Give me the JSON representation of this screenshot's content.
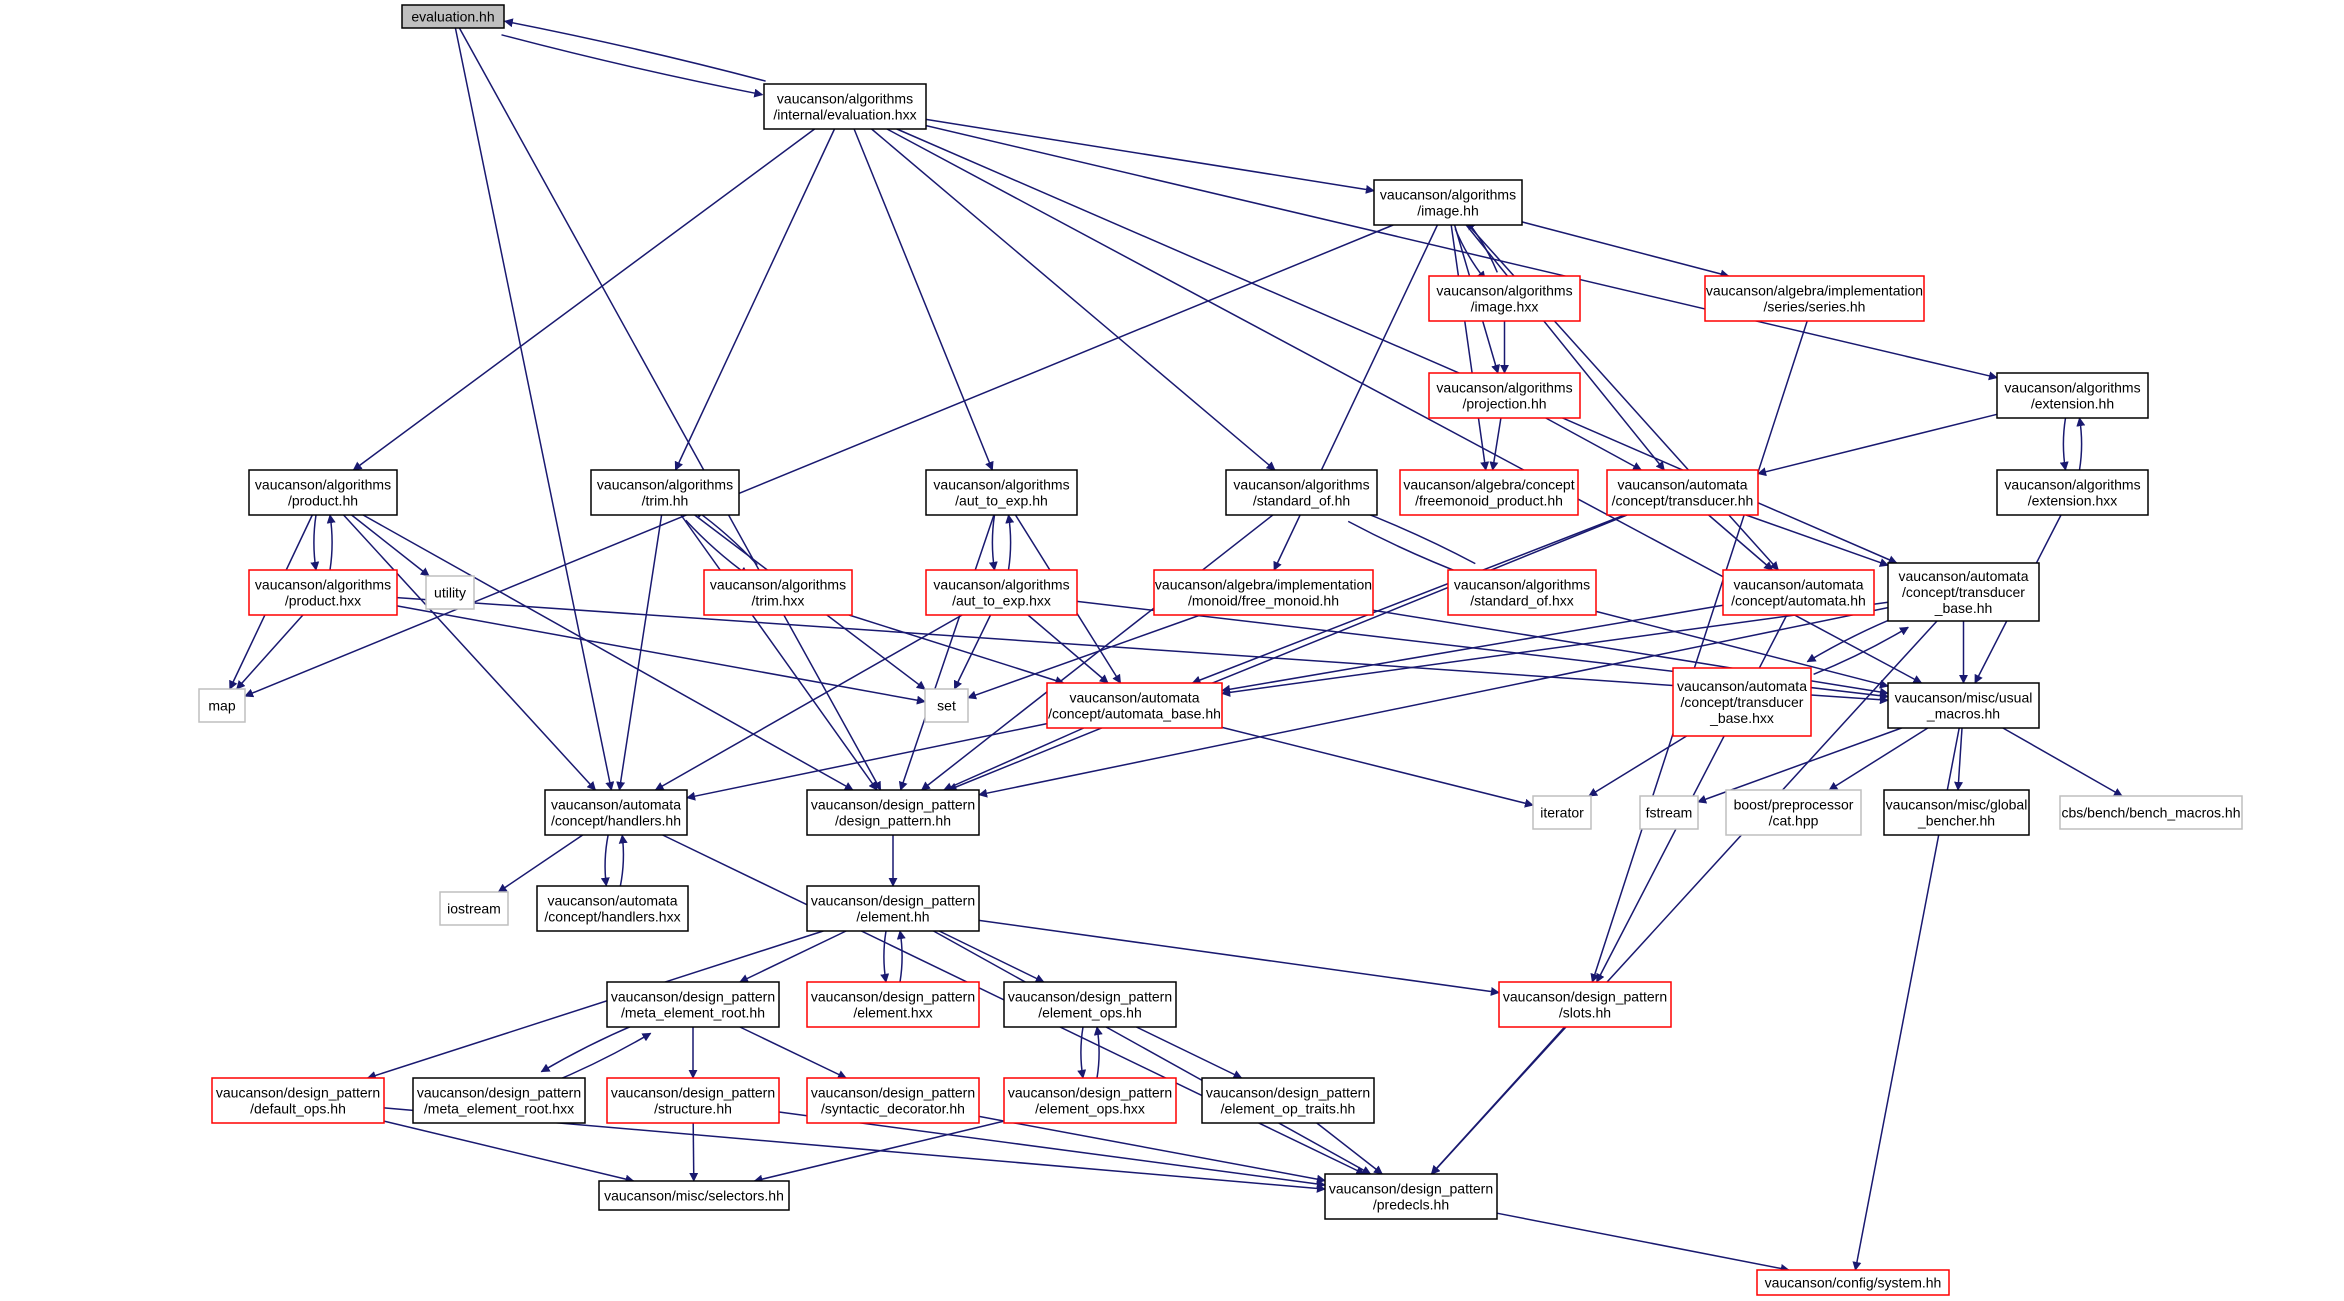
{
  "colors": {
    "edge": "#191970",
    "border_black": "#000000",
    "border_red": "#ff0000",
    "border_gray": "#bfbfbf",
    "fill_gray": "#bfbfbf",
    "fill_white": "#ffffff",
    "text_gray": "#404040"
  },
  "nodes": [
    {
      "id": "evaluation_hh",
      "lines": [
        "evaluation.hh"
      ],
      "style": "gray"
    },
    {
      "id": "evaluation_hxx",
      "lines": [
        "vaucanson/algorithms",
        "/internal/evaluation.hxx"
      ],
      "style": "black"
    },
    {
      "id": "image_hh",
      "lines": [
        "vaucanson/algorithms",
        "/image.hh"
      ],
      "style": "black"
    },
    {
      "id": "image_hxx",
      "lines": [
        "vaucanson/algorithms",
        "/image.hxx"
      ],
      "style": "red"
    },
    {
      "id": "series_hh",
      "lines": [
        "vaucanson/algebra/implementation",
        "/series/series.hh"
      ],
      "style": "red"
    },
    {
      "id": "projection_hh",
      "lines": [
        "vaucanson/algorithms",
        "/projection.hh"
      ],
      "style": "red"
    },
    {
      "id": "extension_hh",
      "lines": [
        "vaucanson/algorithms",
        "/extension.hh"
      ],
      "style": "black"
    },
    {
      "id": "product_hh",
      "lines": [
        "vaucanson/algorithms",
        "/product.hh"
      ],
      "style": "black"
    },
    {
      "id": "trim_hh",
      "lines": [
        "vaucanson/algorithms",
        "/trim.hh"
      ],
      "style": "black"
    },
    {
      "id": "aut_to_exp_hh",
      "lines": [
        "vaucanson/algorithms",
        "/aut_to_exp.hh"
      ],
      "style": "black"
    },
    {
      "id": "standard_of_hh",
      "lines": [
        "vaucanson/algorithms",
        "/standard_of.hh"
      ],
      "style": "black"
    },
    {
      "id": "freemonoid_product_hh",
      "lines": [
        "vaucanson/algebra/concept",
        "/freemonoid_product.hh"
      ],
      "style": "red"
    },
    {
      "id": "transducer_hh",
      "lines": [
        "vaucanson/automata",
        "/concept/transducer.hh"
      ],
      "style": "red"
    },
    {
      "id": "extension_hxx",
      "lines": [
        "vaucanson/algorithms",
        "/extension.hxx"
      ],
      "style": "black"
    },
    {
      "id": "product_hxx",
      "lines": [
        "vaucanson/algorithms",
        "/product.hxx"
      ],
      "style": "red"
    },
    {
      "id": "utility",
      "lines": [
        "utility"
      ],
      "style": "plain"
    },
    {
      "id": "trim_hxx",
      "lines": [
        "vaucanson/algorithms",
        "/trim.hxx"
      ],
      "style": "red"
    },
    {
      "id": "aut_to_exp_hxx",
      "lines": [
        "vaucanson/algorithms",
        "/aut_to_exp.hxx"
      ],
      "style": "red"
    },
    {
      "id": "free_monoid_hh",
      "lines": [
        "vaucanson/algebra/implementation",
        "/monoid/free_monoid.hh"
      ],
      "style": "red"
    },
    {
      "id": "standard_of_hxx",
      "lines": [
        "vaucanson/algorithms",
        "/standard_of.hxx"
      ],
      "style": "red"
    },
    {
      "id": "automata_hh",
      "lines": [
        "vaucanson/automata",
        "/concept/automata.hh"
      ],
      "style": "red"
    },
    {
      "id": "transducer_base_hh",
      "lines": [
        "vaucanson/automata",
        "/concept/transducer",
        "_base.hh"
      ],
      "style": "black"
    },
    {
      "id": "map",
      "lines": [
        "map"
      ],
      "style": "plain"
    },
    {
      "id": "set",
      "lines": [
        "set"
      ],
      "style": "plain"
    },
    {
      "id": "automata_base_hh",
      "lines": [
        "vaucanson/automata",
        "/concept/automata_base.hh"
      ],
      "style": "red"
    },
    {
      "id": "transducer_base_hxx",
      "lines": [
        "vaucanson/automata",
        "/concept/transducer",
        "_base.hxx"
      ],
      "style": "red"
    },
    {
      "id": "usual_macros_hh",
      "lines": [
        "vaucanson/misc/usual",
        "_macros.hh"
      ],
      "style": "black"
    },
    {
      "id": "handlers_hh",
      "lines": [
        "vaucanson/automata",
        "/concept/handlers.hh"
      ],
      "style": "black"
    },
    {
      "id": "design_pattern_hh",
      "lines": [
        "vaucanson/design_pattern",
        "/design_pattern.hh"
      ],
      "style": "black"
    },
    {
      "id": "iterator",
      "lines": [
        "iterator"
      ],
      "style": "plain"
    },
    {
      "id": "fstream",
      "lines": [
        "fstream"
      ],
      "style": "plain"
    },
    {
      "id": "cat_hpp",
      "lines": [
        "boost/preprocessor",
        "/cat.hpp"
      ],
      "style": "plain"
    },
    {
      "id": "global_bencher_hh",
      "lines": [
        "vaucanson/misc/global",
        "_bencher.hh"
      ],
      "style": "black"
    },
    {
      "id": "bench_macros_hh",
      "lines": [
        "cbs/bench/bench_macros.hh"
      ],
      "style": "plain"
    },
    {
      "id": "iostream",
      "lines": [
        "iostream"
      ],
      "style": "plain"
    },
    {
      "id": "handlers_hxx",
      "lines": [
        "vaucanson/automata",
        "/concept/handlers.hxx"
      ],
      "style": "black"
    },
    {
      "id": "element_hh",
      "lines": [
        "vaucanson/design_pattern",
        "/element.hh"
      ],
      "style": "black"
    },
    {
      "id": "meta_element_root_hh",
      "lines": [
        "vaucanson/design_pattern",
        "/meta_element_root.hh"
      ],
      "style": "black"
    },
    {
      "id": "element_hxx",
      "lines": [
        "vaucanson/design_pattern",
        "/element.hxx"
      ],
      "style": "red"
    },
    {
      "id": "element_ops_hh",
      "lines": [
        "vaucanson/design_pattern",
        "/element_ops.hh"
      ],
      "style": "black"
    },
    {
      "id": "slots_hh",
      "lines": [
        "vaucanson/design_pattern",
        "/slots.hh"
      ],
      "style": "red"
    },
    {
      "id": "default_ops_hh",
      "lines": [
        "vaucanson/design_pattern",
        "/default_ops.hh"
      ],
      "style": "red"
    },
    {
      "id": "meta_element_root_hxx",
      "lines": [
        "vaucanson/design_pattern",
        "/meta_element_root.hxx"
      ],
      "style": "black"
    },
    {
      "id": "structure_hh",
      "lines": [
        "vaucanson/design_pattern",
        "/structure.hh"
      ],
      "style": "red"
    },
    {
      "id": "syntactic_decorator_hh",
      "lines": [
        "vaucanson/design_pattern",
        "/syntactic_decorator.hh"
      ],
      "style": "red"
    },
    {
      "id": "element_ops_hxx",
      "lines": [
        "vaucanson/design_pattern",
        "/element_ops.hxx"
      ],
      "style": "red"
    },
    {
      "id": "element_op_traits_hh",
      "lines": [
        "vaucanson/design_pattern",
        "/element_op_traits.hh"
      ],
      "style": "black"
    },
    {
      "id": "selectors_hh",
      "lines": [
        "vaucanson/misc/selectors.hh"
      ],
      "style": "black"
    },
    {
      "id": "predecls_hh",
      "lines": [
        "vaucanson/design_pattern",
        "/predecls.hh"
      ],
      "style": "black"
    },
    {
      "id": "system_hh",
      "lines": [
        "vaucanson/config/system.hh"
      ],
      "style": "red"
    }
  ],
  "edges": [
    [
      "evaluation_hh",
      "evaluation_hxx"
    ],
    [
      "evaluation_hh",
      "handlers_hh"
    ],
    [
      "evaluation_hh",
      "design_pattern_hh"
    ],
    [
      "evaluation_hxx",
      "evaluation_hh"
    ],
    [
      "evaluation_hxx",
      "image_hh"
    ],
    [
      "evaluation_hxx",
      "product_hh"
    ],
    [
      "evaluation_hxx",
      "trim_hh"
    ],
    [
      "evaluation_hxx",
      "aut_to_exp_hh"
    ],
    [
      "evaluation_hxx",
      "standard_of_hh"
    ],
    [
      "evaluation_hxx",
      "extension_hh"
    ],
    [
      "evaluation_hxx",
      "transducer_base_hh"
    ],
    [
      "evaluation_hxx",
      "usual_macros_hh"
    ],
    [
      "image_hh",
      "image_hxx"
    ],
    [
      "image_hh",
      "projection_hh"
    ],
    [
      "image_hh",
      "freemonoid_product_hh"
    ],
    [
      "image_hh",
      "transducer_hh"
    ],
    [
      "image_hh",
      "series_hh"
    ],
    [
      "image_hh",
      "automata_hh"
    ],
    [
      "image_hh",
      "free_monoid_hh"
    ],
    [
      "image_hh",
      "map"
    ],
    [
      "image_hxx",
      "image_hh"
    ],
    [
      "image_hxx",
      "projection_hh"
    ],
    [
      "projection_hh",
      "freemonoid_product_hh"
    ],
    [
      "projection_hh",
      "transducer_hh"
    ],
    [
      "series_hh",
      "slots_hh"
    ],
    [
      "extension_hh",
      "extension_hxx"
    ],
    [
      "extension_hh",
      "transducer_hh"
    ],
    [
      "extension_hxx",
      "extension_hh"
    ],
    [
      "extension_hxx",
      "usual_macros_hh"
    ],
    [
      "product_hh",
      "product_hxx"
    ],
    [
      "product_hh",
      "utility"
    ],
    [
      "product_hh",
      "map"
    ],
    [
      "product_hh",
      "handlers_hh"
    ],
    [
      "product_hh",
      "design_pattern_hh"
    ],
    [
      "product_hxx",
      "product_hh"
    ],
    [
      "product_hxx",
      "map"
    ],
    [
      "product_hxx",
      "set"
    ],
    [
      "product_hxx",
      "usual_macros_hh"
    ],
    [
      "trim_hh",
      "trim_hxx"
    ],
    [
      "trim_hh",
      "set"
    ],
    [
      "trim_hh",
      "handlers_hh"
    ],
    [
      "trim_hh",
      "design_pattern_hh"
    ],
    [
      "trim_hxx",
      "trim_hh"
    ],
    [
      "trim_hxx",
      "automata_base_hh"
    ],
    [
      "aut_to_exp_hh",
      "aut_to_exp_hxx"
    ],
    [
      "aut_to_exp_hh",
      "automata_base_hh"
    ],
    [
      "aut_to_exp_hh",
      "design_pattern_hh"
    ],
    [
      "aut_to_exp_hxx",
      "aut_to_exp_hh"
    ],
    [
      "aut_to_exp_hxx",
      "set"
    ],
    [
      "aut_to_exp_hxx",
      "automata_base_hh"
    ],
    [
      "aut_to_exp_hxx",
      "handlers_hh"
    ],
    [
      "aut_to_exp_hxx",
      "usual_macros_hh"
    ],
    [
      "standard_of_hh",
      "standard_of_hxx"
    ],
    [
      "standard_of_hh",
      "design_pattern_hh"
    ],
    [
      "standard_of_hxx",
      "standard_of_hh"
    ],
    [
      "standard_of_hxx",
      "usual_macros_hh"
    ],
    [
      "free_monoid_hh",
      "set"
    ],
    [
      "free_monoid_hh",
      "usual_macros_hh"
    ],
    [
      "transducer_hh",
      "automata_hh"
    ],
    [
      "transducer_hh",
      "transducer_base_hh"
    ],
    [
      "transducer_hh",
      "automata_base_hh"
    ],
    [
      "transducer_hh",
      "design_pattern_hh"
    ],
    [
      "automata_hh",
      "automata_base_hh"
    ],
    [
      "automata_hh",
      "slots_hh"
    ],
    [
      "transducer_base_hh",
      "transducer_base_hxx"
    ],
    [
      "transducer_base_hh",
      "usual_macros_hh"
    ],
    [
      "transducer_base_hh",
      "automata_base_hh"
    ],
    [
      "transducer_base_hh",
      "design_pattern_hh"
    ],
    [
      "transducer_base_hh",
      "predecls_hh"
    ],
    [
      "transducer_base_hxx",
      "transducer_base_hh"
    ],
    [
      "transducer_base_hxx",
      "iterator"
    ],
    [
      "automata_base_hh",
      "handlers_hh"
    ],
    [
      "automata_base_hh",
      "design_pattern_hh"
    ],
    [
      "automata_base_hh",
      "iterator"
    ],
    [
      "usual_macros_hh",
      "fstream"
    ],
    [
      "usual_macros_hh",
      "cat_hpp"
    ],
    [
      "usual_macros_hh",
      "global_bencher_hh"
    ],
    [
      "usual_macros_hh",
      "bench_macros_hh"
    ],
    [
      "usual_macros_hh",
      "system_hh"
    ],
    [
      "handlers_hh",
      "iostream"
    ],
    [
      "handlers_hh",
      "handlers_hxx"
    ],
    [
      "handlers_hh",
      "predecls_hh"
    ],
    [
      "handlers_hxx",
      "handlers_hh"
    ],
    [
      "design_pattern_hh",
      "element_hh"
    ],
    [
      "element_hh",
      "meta_element_root_hh"
    ],
    [
      "element_hh",
      "element_hxx"
    ],
    [
      "element_hh",
      "element_ops_hh"
    ],
    [
      "element_hh",
      "slots_hh"
    ],
    [
      "element_hh",
      "default_ops_hh"
    ],
    [
      "element_hh",
      "predecls_hh"
    ],
    [
      "element_hxx",
      "element_hh"
    ],
    [
      "meta_element_root_hh",
      "meta_element_root_hxx"
    ],
    [
      "meta_element_root_hh",
      "structure_hh"
    ],
    [
      "meta_element_root_hh",
      "syntactic_decorator_hh"
    ],
    [
      "meta_element_root_hxx",
      "meta_element_root_hh"
    ],
    [
      "element_ops_hh",
      "element_ops_hxx"
    ],
    [
      "element_ops_hh",
      "element_op_traits_hh"
    ],
    [
      "element_ops_hxx",
      "element_ops_hh"
    ],
    [
      "element_ops_hxx",
      "selectors_hh"
    ],
    [
      "structure_hh",
      "selectors_hh"
    ],
    [
      "structure_hh",
      "predecls_hh"
    ],
    [
      "syntactic_decorator_hh",
      "predecls_hh"
    ],
    [
      "default_ops_hh",
      "selectors_hh"
    ],
    [
      "default_ops_hh",
      "predecls_hh"
    ],
    [
      "element_op_traits_hh",
      "predecls_hh"
    ],
    [
      "slots_hh",
      "predecls_hh"
    ],
    [
      "predecls_hh",
      "system_hh"
    ]
  ]
}
